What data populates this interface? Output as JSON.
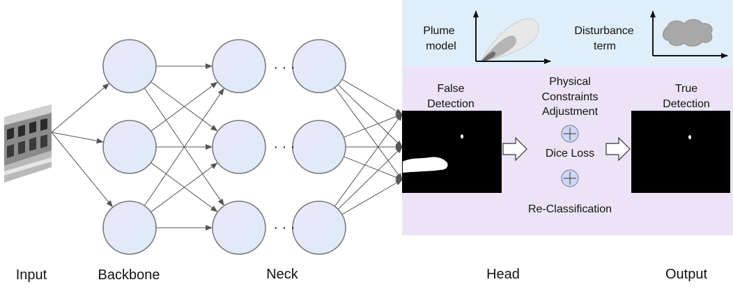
{
  "sections": {
    "input": "Input",
    "backbone": "Backbone",
    "neck": "Neck",
    "head": "Head",
    "output": "Output"
  },
  "top_panel": {
    "plume_model_line1": "Plume",
    "plume_model_line2": "model",
    "disturbance_line1": "Disturbance",
    "disturbance_line2": "term"
  },
  "head_panel": {
    "false_detection_line1": "False",
    "false_detection_line2": "Detection",
    "constraints_line1": "Physical",
    "constraints_line2": "Constraints",
    "constraints_line3": "Adjustment",
    "dice_loss": "Dice Loss",
    "re_classification": "Re-Classification",
    "true_detection_line1": "True",
    "true_detection_line2": "Detection"
  },
  "ellipsis": "· · ·",
  "colors": {
    "top_panel_bg": "#e0eef9",
    "head_panel_bg": "#ece4f6",
    "node_fill_start": "#ece6fa",
    "node_fill_end": "#dcecf8"
  }
}
